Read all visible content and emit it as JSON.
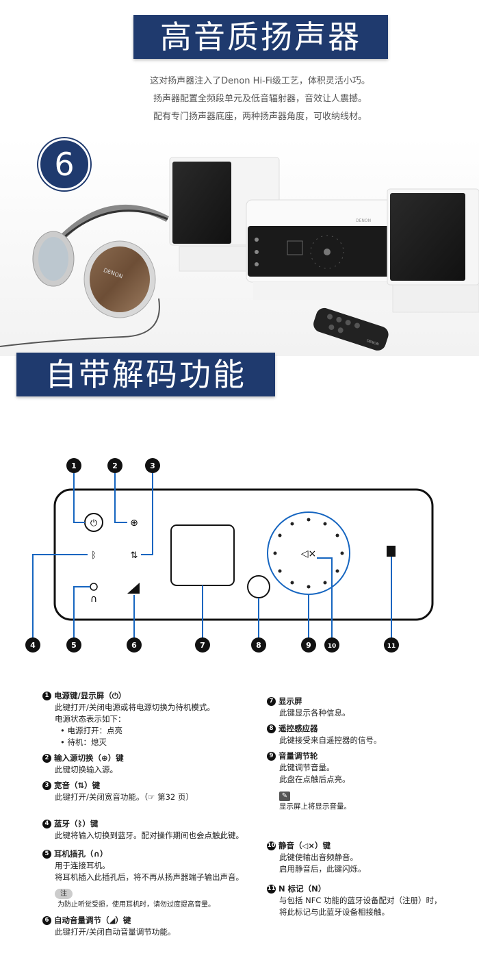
{
  "header": {
    "title": "高音质扬声器",
    "intro": [
      "这对扬声器注入了Denon Hi-Fi级工艺，体积灵活小巧。",
      "扬声器配置全频段单元及低音辐射器，音效让人震撼。",
      "配有专门扬声器底座，两种扬声器角度，可收纳线材。"
    ]
  },
  "feature_number": "6",
  "feature_title": "自带解码功能",
  "product": {
    "brand_unit": "DENON",
    "brand_headphones": "DENON",
    "brand_remote": "DENON"
  },
  "diagram": {
    "callouts": [
      "1",
      "2",
      "3",
      "4",
      "5",
      "6",
      "7",
      "8",
      "9",
      "10",
      "11"
    ]
  },
  "legend_left": {
    "i1": {
      "num": "1",
      "title": "电源键/显示屏（⏻）",
      "lines": [
        "此键打开/关闭电源或将电源切换为待机模式。",
        "电源状态表示如下："
      ],
      "bullets": [
        "电源打开：点亮",
        "待机：熄灭"
      ]
    },
    "i2": {
      "num": "2",
      "title": "输入源切换（⊕）键",
      "lines": [
        "此键切换输入源。"
      ]
    },
    "i3": {
      "num": "3",
      "title": "宽音（⇅）键",
      "lines": [
        "此键打开/关闭宽音功能。（☞ 第32 页）"
      ]
    },
    "i4": {
      "num": "4",
      "title": "蓝牙（ᛒ）键",
      "lines": [
        "此键将输入切换到蓝牙。配对操作期间也会点触此键。"
      ]
    },
    "i5": {
      "num": "5",
      "title": "耳机插孔（∩）",
      "lines": [
        "用于连接耳机。",
        "将耳机插入此插孔后，将不再从扬声器端子输出声音。"
      ]
    },
    "note_tag": "注",
    "note_text": "为防止听觉受损，使用耳机时，请勿过度提高音量。",
    "i6": {
      "num": "6",
      "title": "自动音量调节（◢）键",
      "lines": [
        "此键打开/关闭自动音量调节功能。"
      ]
    }
  },
  "legend_right": {
    "i7": {
      "num": "7",
      "title": "显示屏",
      "lines": [
        "此键显示各种信息。"
      ]
    },
    "i8": {
      "num": "8",
      "title": "遥控感应器",
      "lines": [
        "此键接受来自遥控器的信号。"
      ]
    },
    "i9": {
      "num": "9",
      "title": "音量调节轮",
      "lines": [
        "此键调节音量。",
        "此盘在点触后点亮。"
      ],
      "tip": "显示屏上将显示音量。"
    },
    "i10": {
      "num": "10",
      "title": "静音（◁×）键",
      "lines": [
        "此键使输出音频静音。",
        "启用静音后，此键闪烁。"
      ]
    },
    "i11": {
      "num": "11",
      "title": "N 标记（N）",
      "lines": [
        "与包括 NFC 功能的蓝牙设备配对（注册）时，",
        "将此标记与此蓝牙设备相接触。"
      ]
    }
  },
  "colors": {
    "accent": "#1f3a6e",
    "diagram_blue": "#1565c0"
  }
}
